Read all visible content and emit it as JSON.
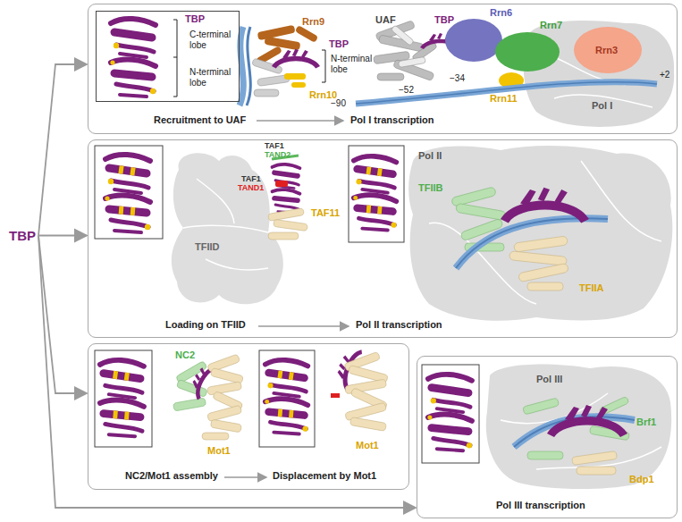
{
  "diagram": {
    "nodes": [
      {
        "text": [
          "TBP"
        ]
      },
      {
        "text": [
          "Recruitment to UAF",
          "Pol I transcription"
        ]
      },
      {
        "text": [
          "TBP",
          "C-terminal lobe",
          "N-terminal lobe"
        ],
        "in": 1
      },
      {
        "text": [
          "Loading on TFIID",
          "Pol II transcription"
        ]
      },
      {
        "text": [
          "NC2/Mot1 assembly",
          "Displacement by Mot1"
        ]
      },
      {
        "text": [
          "Pol III transcription"
        ]
      }
    ],
    "edges": [
      {
        "from": 0,
        "to": 1,
        "arrow": "to"
      },
      {
        "from": 0,
        "to": 3,
        "arrow": "to"
      },
      {
        "from": 0,
        "to": 4,
        "arrow": "to"
      },
      {
        "from": 0,
        "to": 5,
        "arrow": "to"
      }
    ],
    "labels": [
      "Rrn9",
      "TBP",
      "N-terminal lobe",
      "Rrn10",
      "UAF",
      "TBP",
      "Rrn6",
      "Rrn7",
      "Rrn3",
      "−90",
      "−52",
      "−34",
      "Rrn11",
      "+2",
      "Pol I",
      "TAF1",
      "TAND2",
      "TAF1",
      "TAND1",
      "TFIID",
      "TAF11",
      "Pol II",
      "TFIIB",
      "TFIIA",
      "NC2",
      "Mot1",
      "Mot1",
      "Pol III",
      "Brf1",
      "Bdp1"
    ]
  }
}
